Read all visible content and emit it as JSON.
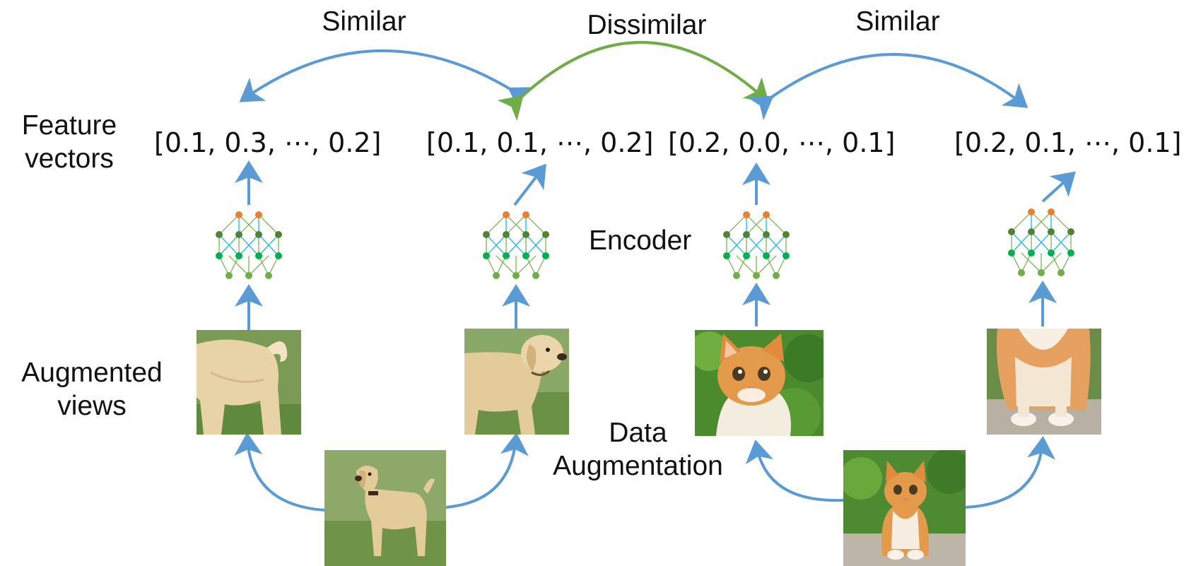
{
  "labels": {
    "similar_left": "Similar",
    "dissimilar": "Dissimilar",
    "similar_right": "Similar",
    "feature_vectors_line1": "Feature",
    "feature_vectors_line2": "vectors",
    "encoder": "Encoder",
    "augmented_views_line1": "Augmented",
    "augmented_views_line2": "views",
    "data_augmentation_line1": "Data",
    "data_augmentation_line2": "Augmentation"
  },
  "vectors": [
    "[0.1, 0.3, ⋯, 0.2]",
    "[0.1, 0.1, ⋯, 0.2]",
    "[0.2, 0.0, ⋯, 0.1]",
    "[0.2, 0.1, ⋯, 0.1]"
  ],
  "images": [
    "dog-tail-crop",
    "dog-head-crop",
    "kitten-closeup",
    "kitten-body-crop",
    "dog-original",
    "kitten-original"
  ],
  "colors": {
    "similar_arrow": "#5b9bd5",
    "dissimilar_arrow": "#70ad47",
    "flow_arrow": "#5b9bd5",
    "node_orange": "#ed7d31",
    "node_dark_green": "#548235",
    "node_green": "#00b050",
    "node_light_green": "#70ad47",
    "edge_cyan": "#00b0f0"
  }
}
